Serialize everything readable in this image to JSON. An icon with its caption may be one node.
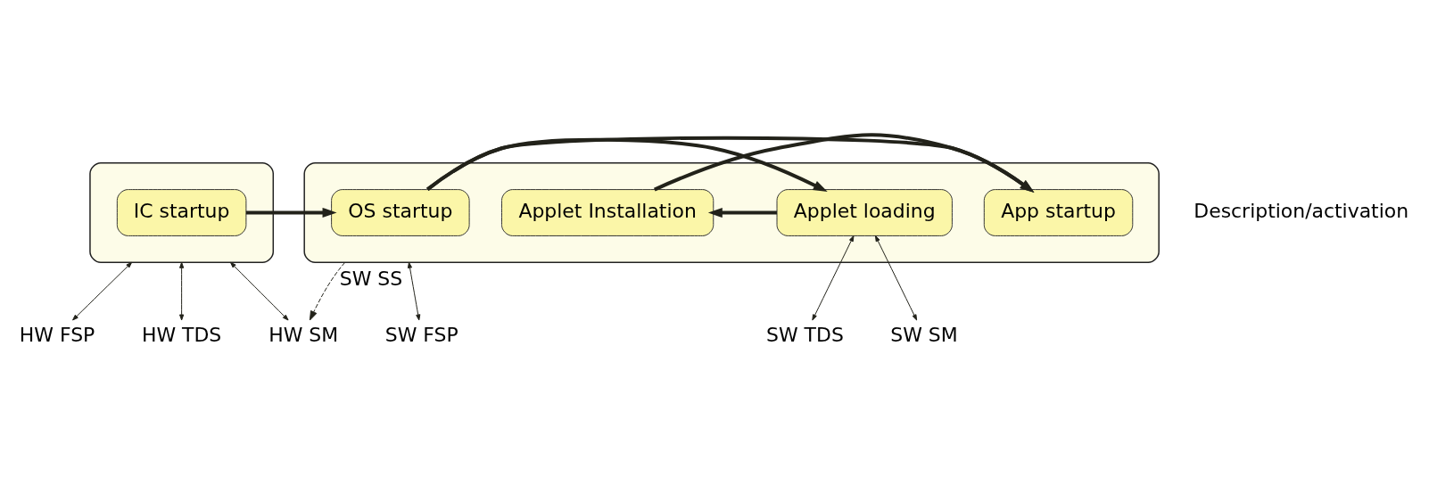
{
  "diagram": {
    "nodes": [
      {
        "text": [],
        "shape": "box"
      },
      {
        "text": [
          "IC startup"
        ],
        "in": 0
      },
      {
        "text": [],
        "shape": "box"
      },
      {
        "text": [
          "OS startup"
        ],
        "in": 2
      },
      {
        "text": [
          "App startup"
        ],
        "in": 2
      },
      {
        "text": [
          "Applet loading"
        ],
        "in": 2
      },
      {
        "text": [
          "Applet Installation"
        ],
        "in": 2
      },
      {
        "text": [
          "HW FSP"
        ]
      },
      {
        "text": [
          "HW TDS"
        ]
      },
      {
        "text": [
          "HW SM"
        ]
      },
      {
        "text": [
          "SW FSP"
        ]
      },
      {
        "text": [
          "SW TDS"
        ]
      },
      {
        "text": [
          "SW SM"
        ]
      }
    ],
    "edges": [
      {
        "from": 1,
        "to": 3,
        "arrow": "to",
        "style": "thick"
      },
      {
        "from": 3,
        "to": 4,
        "arrow": "to",
        "style": "thick"
      },
      {
        "from": 3,
        "to": 5,
        "arrow": "to",
        "style": "thick"
      },
      {
        "from": 6,
        "to": 4,
        "arrow": "to",
        "style": "thick"
      },
      {
        "from": 5,
        "to": 6,
        "arrow": "to",
        "style": "thick"
      },
      {
        "from": 0,
        "to": 7,
        "arrow": "both"
      },
      {
        "from": 0,
        "to": 8,
        "arrow": "both"
      },
      {
        "from": 0,
        "to": 9,
        "arrow": "both"
      },
      {
        "from": 2,
        "to": 9,
        "arrow": "to",
        "style": "dashed",
        "label": "SW SS"
      },
      {
        "from": 2,
        "to": 10,
        "arrow": "both"
      },
      {
        "from": 5,
        "to": 11,
        "arrow": "both"
      },
      {
        "from": 5,
        "to": 12,
        "arrow": "both"
      }
    ],
    "labels": [
      "Description/activation"
    ]
  }
}
